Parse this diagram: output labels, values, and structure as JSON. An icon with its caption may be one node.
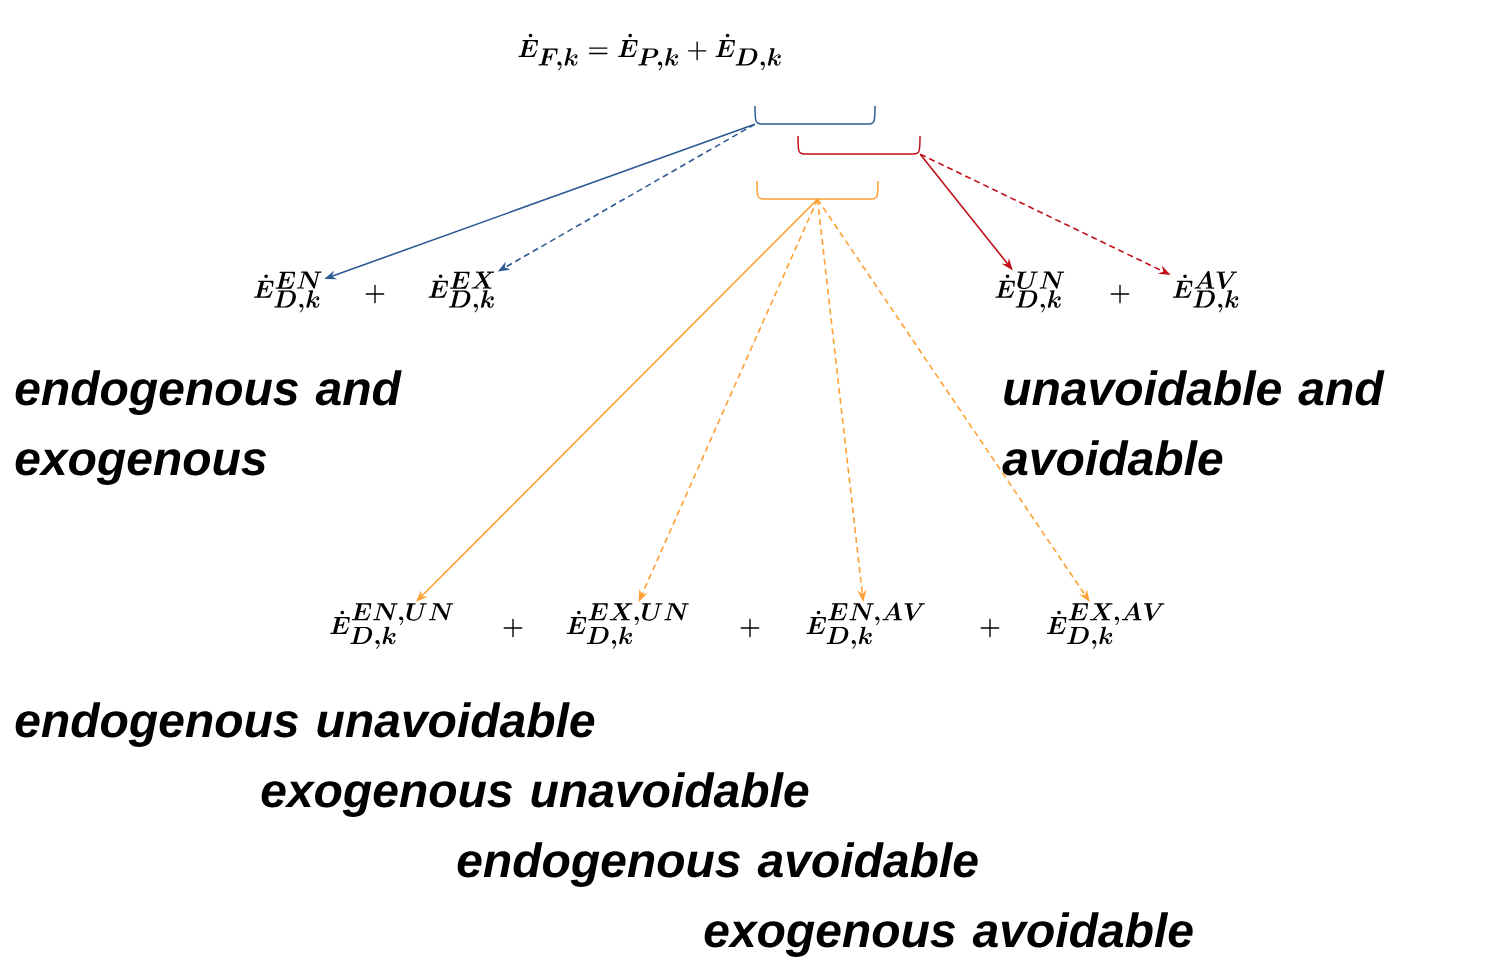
{
  "diagram": {
    "nodes": [
      {
        "text": [
          "\\dot{E}_{F,k} = \\dot{E}_{P,k} + \\dot{E}_{D,k}"
        ]
      },
      {
        "text": [],
        "shape": "brace"
      },
      {
        "text": [],
        "shape": "brace"
      },
      {
        "text": [],
        "shape": "brace"
      },
      {
        "text": [
          "\\dot{E}^{EN}_{D,k}"
        ]
      },
      {
        "text": [
          "\\dot{E}^{EX}_{D,k}"
        ]
      },
      {
        "text": [
          "\\dot{E}^{UN}_{D,k}"
        ]
      },
      {
        "text": [
          "\\dot{E}^{AV}_{D,k}"
        ]
      },
      {
        "text": [
          "\\dot{E}^{EN,UN}_{D,k}"
        ]
      },
      {
        "text": [
          "\\dot{E}^{EX,UN}_{D,k}"
        ]
      },
      {
        "text": [
          "\\dot{E}^{EN,AV}_{D,k}"
        ]
      },
      {
        "text": [
          "\\dot{E}^{EX,AV}_{D,k}"
        ]
      }
    ],
    "edges": [
      {
        "from": 1,
        "to": 4,
        "arrow": "to",
        "color": "#2f5b94"
      },
      {
        "from": 1,
        "to": 5,
        "arrow": "to",
        "style": "dashed",
        "color": "#2f5b94"
      },
      {
        "from": 2,
        "to": 6,
        "arrow": "to",
        "color": "#c0101a"
      },
      {
        "from": 2,
        "to": 7,
        "arrow": "to",
        "style": "dashed",
        "color": "#c0101a"
      },
      {
        "from": 3,
        "to": 8,
        "arrow": "to",
        "color": "#ffa033"
      },
      {
        "from": 3,
        "to": 9,
        "arrow": "to",
        "style": "dashed",
        "color": "#ffa033"
      },
      {
        "from": 3,
        "to": 10,
        "arrow": "to",
        "style": "dashed",
        "color": "#ffa033"
      },
      {
        "from": 3,
        "to": 11,
        "arrow": "to",
        "style": "dashed",
        "color": "#ffa033"
      }
    ],
    "labels": [
      "+",
      "+",
      "+",
      "+",
      "+",
      "endogenous  and exogenous",
      "unavoidable  and avoidable",
      "endogenous unavoidable",
      "exogenous unavoidable",
      "endogenous avoidable",
      "exogenous avoidable"
    ]
  }
}
